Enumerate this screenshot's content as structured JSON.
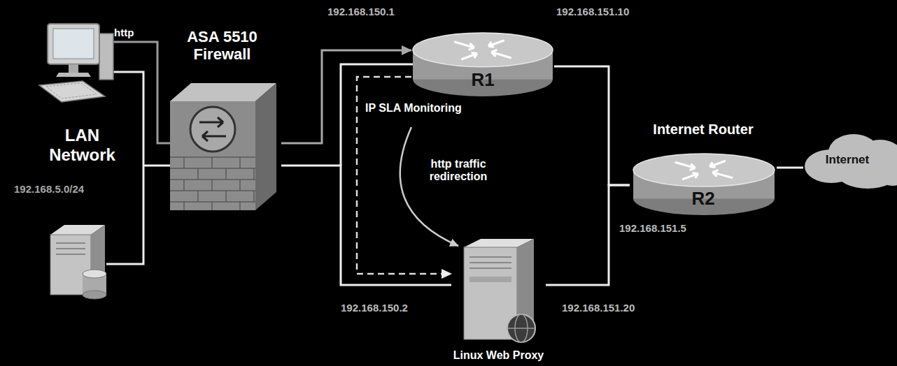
{
  "diagram": {
    "nodes": [
      {
        "text": [
          "ASA 5510 Firewall"
        ]
      },
      {
        "text": [
          "R1"
        ]
      },
      {
        "text": [
          "Linux Web Proxy"
        ]
      },
      {
        "text": [
          "Internet Router",
          "R2"
        ]
      },
      {
        "text": [
          "Internet"
        ]
      }
    ],
    "edges": [
      {
        "from": 0,
        "to": 1,
        "arrow": "to"
      },
      {
        "from": 0,
        "to": 2,
        "arrow": "none"
      },
      {
        "from": 1,
        "to": 2,
        "arrow": "to"
      },
      {
        "from": 1,
        "to": 3,
        "arrow": "none"
      },
      {
        "from": 2,
        "to": 3,
        "arrow": "none"
      },
      {
        "from": 3,
        "to": 4,
        "arrow": "none"
      }
    ],
    "labels": [
      "http",
      "LAN Network",
      "192.168.5.0/24",
      "192.168.150.1",
      "192.168.151.10",
      "IP SLA Monitoring",
      "http traffic redirection",
      "192.168.151.5",
      "192.168.150.2",
      "192.168.151.20"
    ]
  }
}
